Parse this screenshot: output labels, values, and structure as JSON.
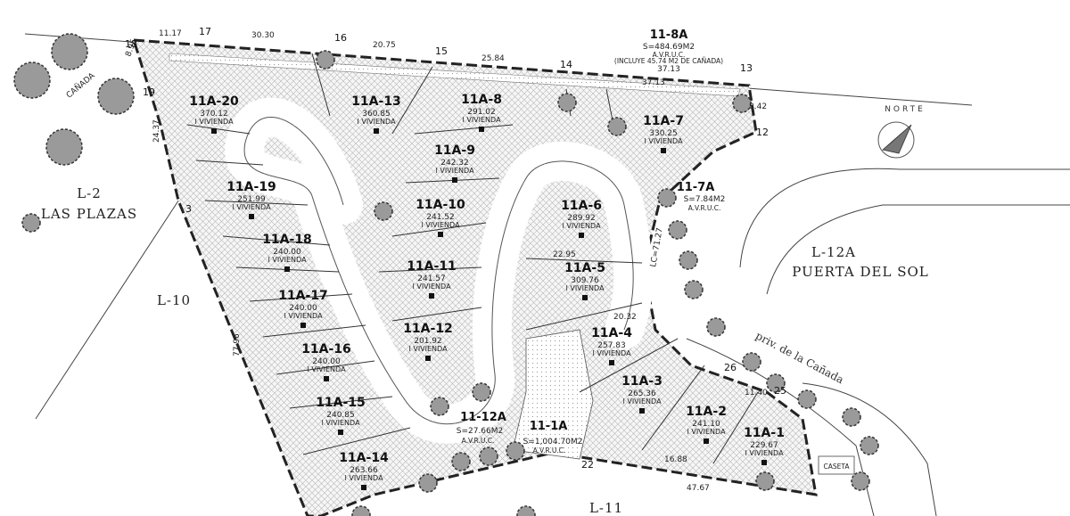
{
  "lots": [
    {
      "id": "11A-1",
      "area": "229.67",
      "use": "I VIVIENDA"
    },
    {
      "id": "11A-2",
      "area": "241.10",
      "use": "I VIVIENDA"
    },
    {
      "id": "11A-3",
      "area": "265.36",
      "use": "I VIVIENDA"
    },
    {
      "id": "11A-4",
      "area": "257.83",
      "use": "I VIVIENDA"
    },
    {
      "id": "11A-5",
      "area": "309.76",
      "use": "I VIVIENDA"
    },
    {
      "id": "11A-6",
      "area": "289.92",
      "use": "I VIVIENDA"
    },
    {
      "id": "11A-7",
      "area": "330.25",
      "use": "I VIVIENDA"
    },
    {
      "id": "11A-8",
      "area": "291.02",
      "use": "I VIVIENDA"
    },
    {
      "id": "11A-9",
      "area": "242.32",
      "use": "I VIVIENDA"
    },
    {
      "id": "11A-10",
      "area": "241.52",
      "use": "I VIVIENDA"
    },
    {
      "id": "11A-11",
      "area": "241.57",
      "use": "I VIVIENDA"
    },
    {
      "id": "11A-12",
      "area": "201.92",
      "use": "I VIVIENDA"
    },
    {
      "id": "11A-13",
      "area": "360.85",
      "use": "I VIVIENDA"
    },
    {
      "id": "11A-14",
      "area": "263.66",
      "use": "I VIVIENDA"
    },
    {
      "id": "11A-15",
      "area": "240.85",
      "use": "I VIVIENDA"
    },
    {
      "id": "11A-16",
      "area": "240.00",
      "use": "I VIVIENDA"
    },
    {
      "id": "11A-17",
      "area": "240.00",
      "use": "I VIVIENDA"
    },
    {
      "id": "11A-18",
      "area": "240.00",
      "use": "I VIVIENDA"
    },
    {
      "id": "11A-19",
      "area": "251.99",
      "use": "I VIVIENDA"
    },
    {
      "id": "11A-20",
      "area": "370.12",
      "use": "I VIVIENDA"
    }
  ],
  "special_areas": {
    "a_8A": {
      "title": "11-8A",
      "area": "S=484.69M2",
      "note1": "A.V.R.U.C.",
      "note2": "(INCLUYE 45.74 M2 DE CAÑADA)",
      "dim": "37.13"
    },
    "a_7A": {
      "title": "11-7A",
      "area": "S=7.84M2",
      "note": "A.V.R.U.C."
    },
    "a_12A": {
      "title": "11-12A",
      "area": "S=27.66M2",
      "note": "A.V.R.U.C."
    },
    "a_1A": {
      "title": "11-1A",
      "area": "S=1,004.70M2",
      "note": "A.V.R.U.C."
    }
  },
  "neighbors": {
    "l2": "L-2",
    "l2_name": "LAS PLAZAS",
    "l10": "L-10",
    "l11": "L-11",
    "l12a": "L-12A",
    "l12a_name": "PUERTA DEL SOL",
    "canada": "CAÑADA",
    "street": "priv. de la Cañada",
    "caseta": "CASETA"
  },
  "compass": {
    "label": "NORTE"
  },
  "vertices": {
    "v3": "3",
    "v12": "12",
    "v13": "13",
    "v14": "14",
    "v15": "15",
    "v16": "16",
    "v17": "17",
    "v18": "18",
    "v19": "19",
    "v22": "22",
    "v25": "25",
    "v26": "26"
  },
  "dims": {
    "d1117": "11.17",
    "d3030": "30.30",
    "d2075": "20.75",
    "d2584": "25.84",
    "d2437": "24.37",
    "d7796": "77.96",
    "d842": "8.42",
    "d4767": "47.67",
    "d7127": "LC=71.27",
    "d1140": "11.40",
    "d3713b": "37.13",
    "d2984": "22.95",
    "d1688": "16.88",
    "d2032": "20.32",
    "d895": "8.95"
  }
}
